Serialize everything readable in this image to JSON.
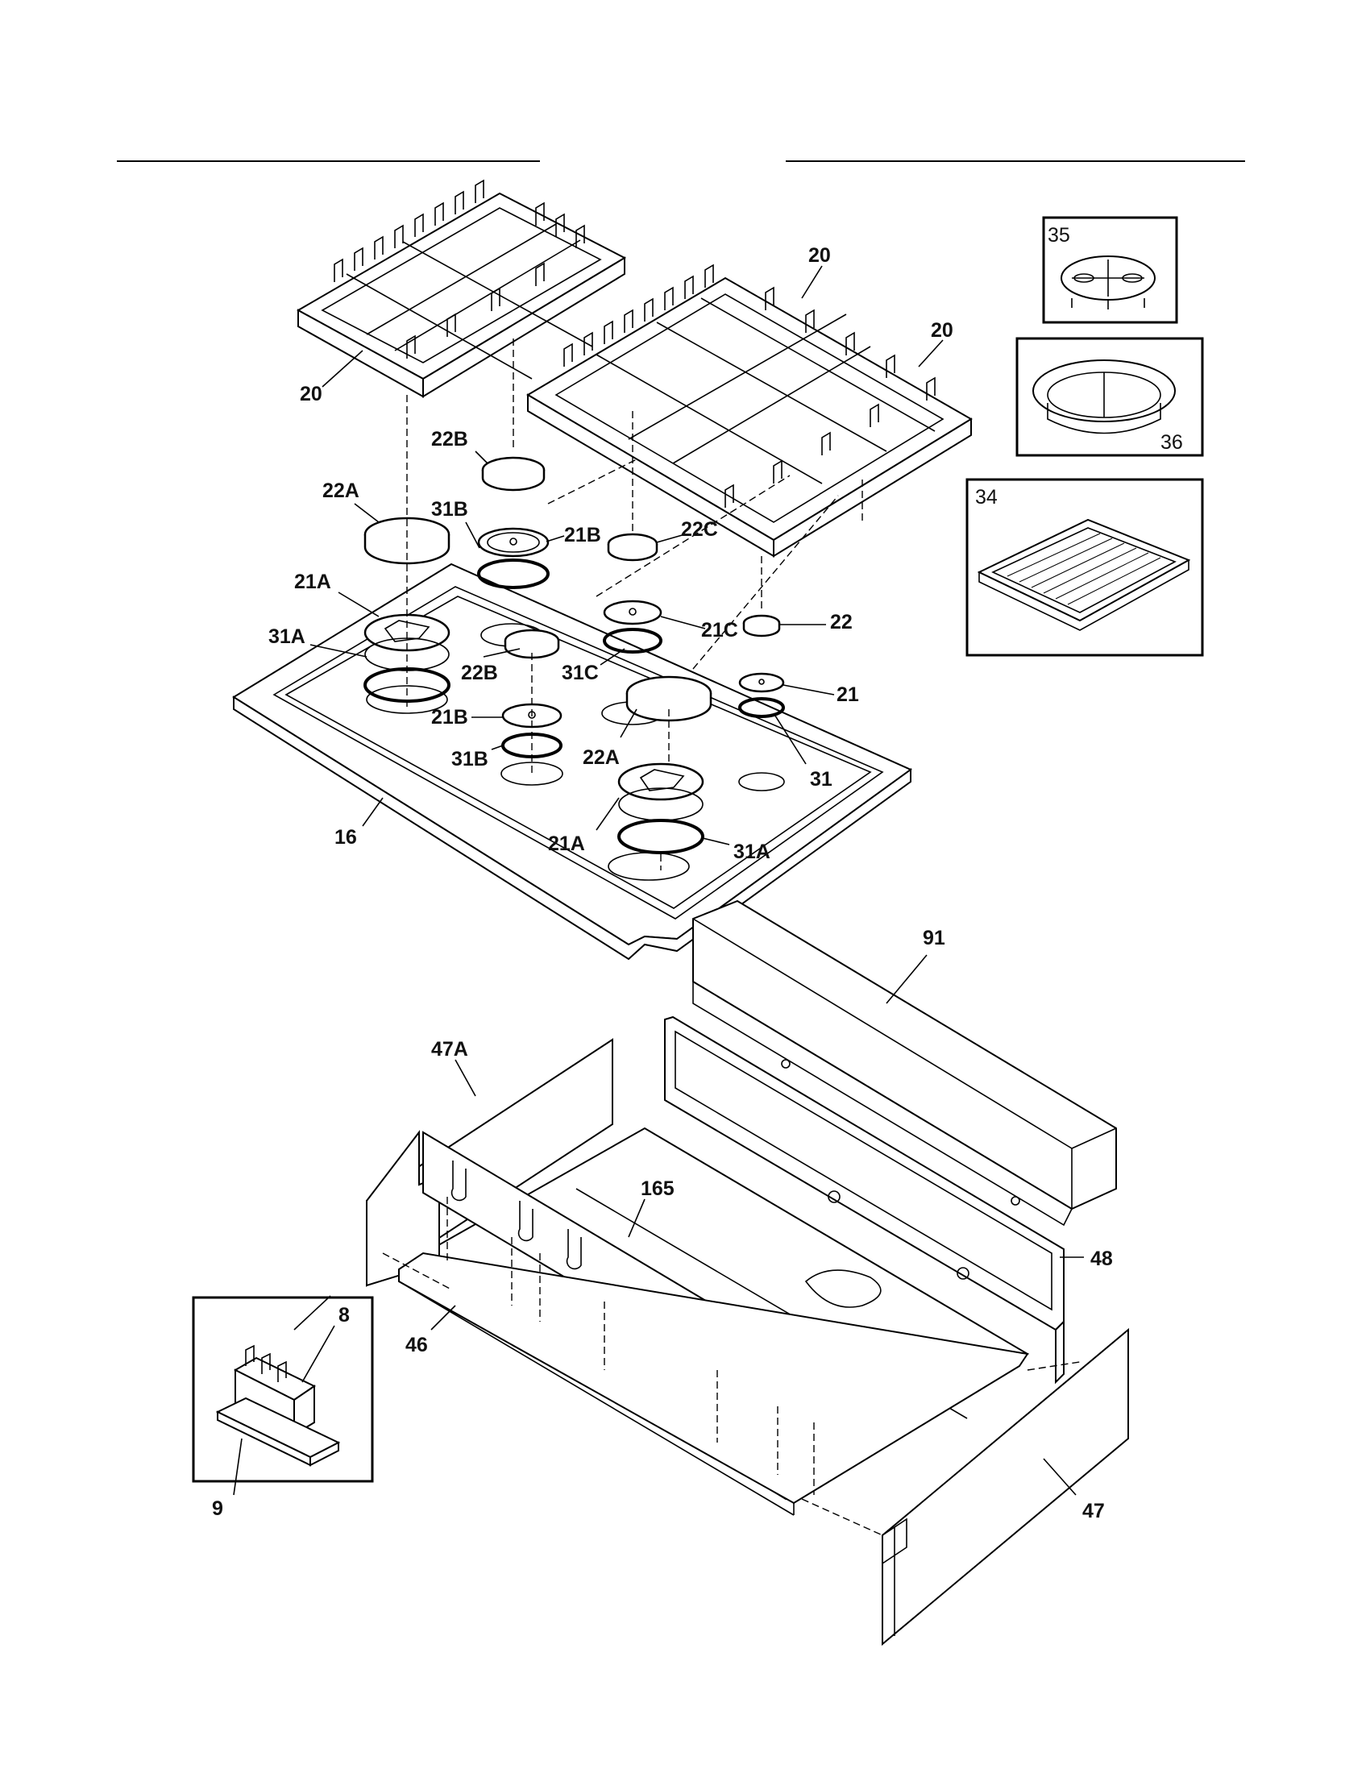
{
  "callouts": {
    "l20_left": "20",
    "l20_top": "20",
    "l20_right": "20",
    "l22b_top": "22B",
    "l22a_top": "22A",
    "l31b_top": "31B",
    "l21b_top": "21B",
    "l22c": "22C",
    "l21a_top": "21A",
    "l31a_left": "31A",
    "l21c": "21C",
    "l22": "22",
    "l22b_mid": "22B",
    "l31c": "31C",
    "l21": "21",
    "l21b_mid": "21B",
    "l31b_mid": "31B",
    "l22a_mid": "22A",
    "l31": "31",
    "l21a_bot": "21A",
    "l31a_bot": "31A",
    "l16": "16",
    "l91": "91",
    "l47a": "47A",
    "l165": "165",
    "l48": "48",
    "l8": "8",
    "l46": "46",
    "l9": "9",
    "l47": "47",
    "l35": "35",
    "l36": "36",
    "l34": "34"
  },
  "colors": {
    "line": "#000000",
    "background": "#ffffff"
  }
}
